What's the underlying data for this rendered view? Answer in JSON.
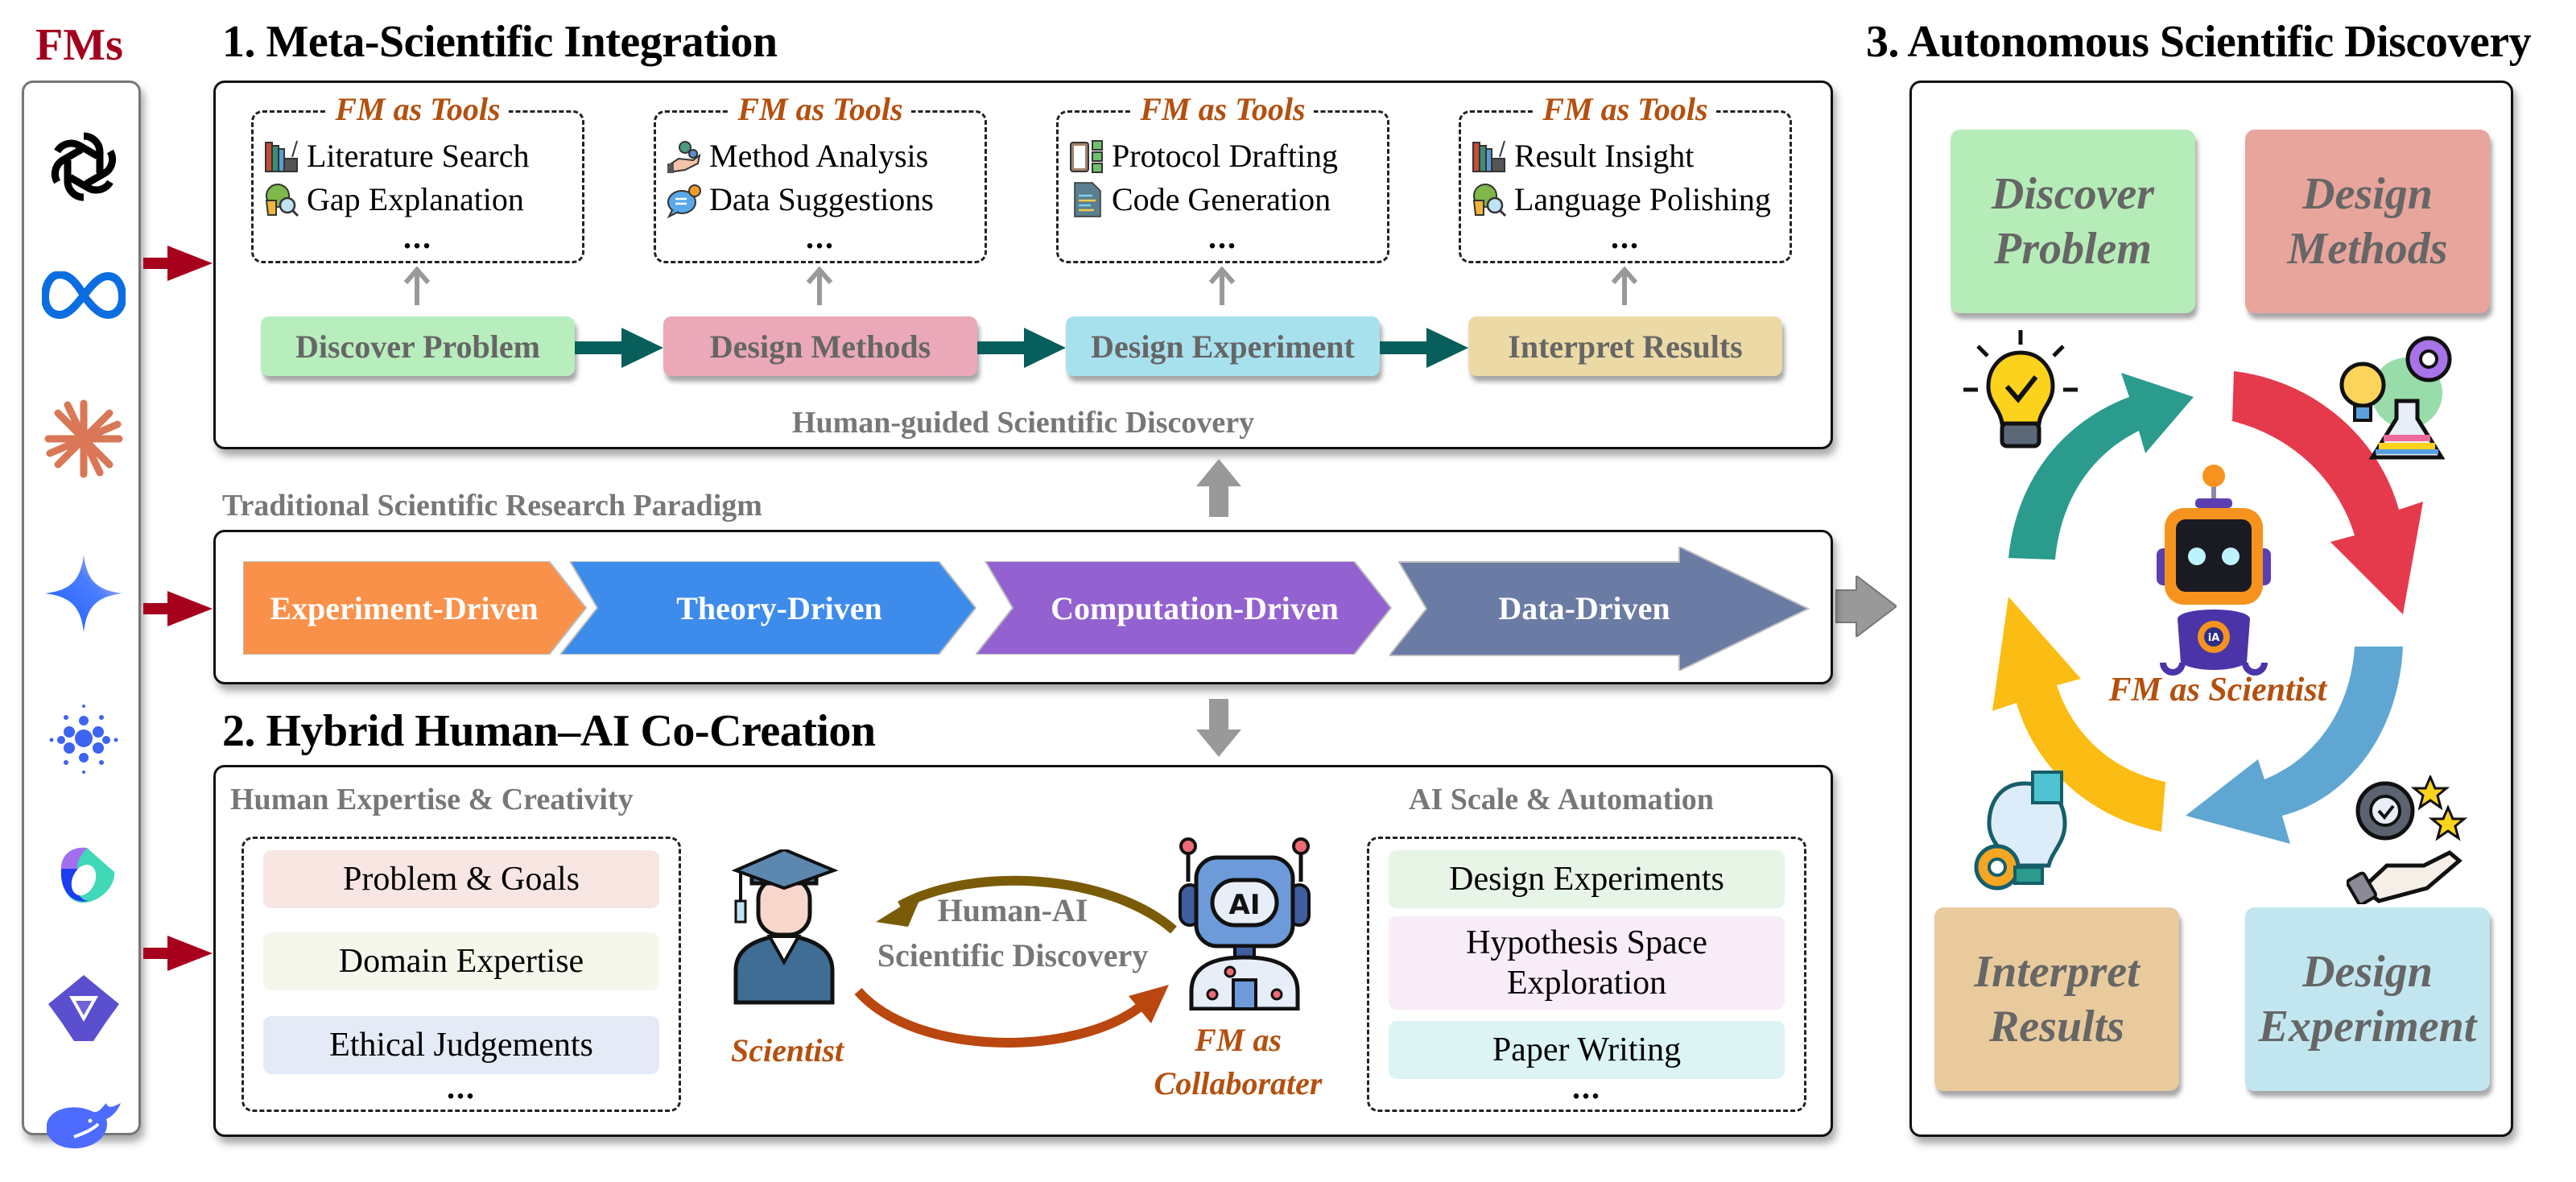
{
  "fms": {
    "title": "FMs",
    "logos": [
      {
        "name": "openai-logo-icon"
      },
      {
        "name": "meta-logo-icon"
      },
      {
        "name": "claude-logo-icon"
      },
      {
        "name": "gemini-logo-icon"
      },
      {
        "name": "cohere-dots-logo-icon"
      },
      {
        "name": "copilot-logo-icon"
      },
      {
        "name": "qwen-logo-icon"
      },
      {
        "name": "deepseek-whale-logo-icon"
      }
    ]
  },
  "section1": {
    "title": "1. Meta-Scientific Integration",
    "tool_groups": [
      {
        "header": "FM as Tools",
        "items": [
          {
            "icon": "books-icon",
            "label": "Literature Search"
          },
          {
            "icon": "puzzle-magnifier-icon",
            "label": "Gap Explanation"
          }
        ],
        "more": "..."
      },
      {
        "header": "FM as Tools",
        "items": [
          {
            "icon": "hand-gears-icon",
            "label": "Method Analysis"
          },
          {
            "icon": "chat-bulb-icon",
            "label": "Data Suggestions"
          }
        ],
        "more": "..."
      },
      {
        "header": "FM as Tools",
        "items": [
          {
            "icon": "clipboard-checklist-icon",
            "label": "Protocol Drafting"
          },
          {
            "icon": "code-file-icon",
            "label": "Code Generation"
          }
        ],
        "more": "..."
      },
      {
        "header": "FM as Tools",
        "items": [
          {
            "icon": "books-icon",
            "label": "Result Insight"
          },
          {
            "icon": "puzzle-magnifier-icon",
            "label": "Language Polishing"
          }
        ],
        "more": "..."
      }
    ],
    "stages": [
      {
        "label": "Discover Problem",
        "color": "#b8eebd"
      },
      {
        "label": "Design Methods",
        "color": "#eaa8b8"
      },
      {
        "label": "Design Experiment",
        "color": "#a8e1ee"
      },
      {
        "label": "Interpret Results",
        "color": "#ecdaa6"
      }
    ],
    "footer": "Human-guided Scientific Discovery"
  },
  "traditional": {
    "label": "Traditional Scientific Research Paradigm",
    "paradigms": [
      {
        "label": "Experiment-Driven",
        "color": "#fa914a"
      },
      {
        "label": "Theory-Driven",
        "color": "#3d8ceb"
      },
      {
        "label": "Computation-Driven",
        "color": "#9462d0"
      },
      {
        "label": "Data-Driven",
        "color": "#6a7ba4"
      }
    ]
  },
  "section2": {
    "title": "2. Hybrid Human–AI Co-Creation",
    "human_head": "Human Expertise & Creativity",
    "human_items": [
      {
        "label": "Problem & Goals",
        "color": "#f7e6e2"
      },
      {
        "label": "Domain Expertise",
        "color": "#f5f7ea"
      },
      {
        "label": "Ethical Judgements",
        "color": "#e4ebf6"
      }
    ],
    "human_more": "...",
    "scientist_label": "Scientist",
    "center_label_line1": "Human-AI",
    "center_label_line2": "Scientific Discovery",
    "collab_label_line1": "FM as",
    "collab_label_line2": "Collaborater",
    "ai_head": "AI Scale & Automation",
    "ai_items": [
      {
        "label": "Design Experiments",
        "color": "#e6f5e6"
      },
      {
        "label": "Hypothesis Space Exploration",
        "color": "#f7ecf8"
      },
      {
        "label": "Paper Writing",
        "color": "#dcf4f4"
      }
    ],
    "ai_more": "..."
  },
  "section3": {
    "title": "3. Autonomous Scientific Discovery",
    "cards": [
      {
        "label": "Discover Problem",
        "color": "#b6ecb8"
      },
      {
        "label": "Design Methods",
        "color": "#e8a59c"
      },
      {
        "label": "Interpret Results",
        "color": "#e8ca9c"
      },
      {
        "label": "Design Experiment",
        "color": "#c2e6ef"
      }
    ],
    "center_label": "FM as Scientist",
    "cycle_colors": [
      "#2a9b8c",
      "#e53a4c",
      "#5fa7d2",
      "#fbbd14"
    ]
  }
}
